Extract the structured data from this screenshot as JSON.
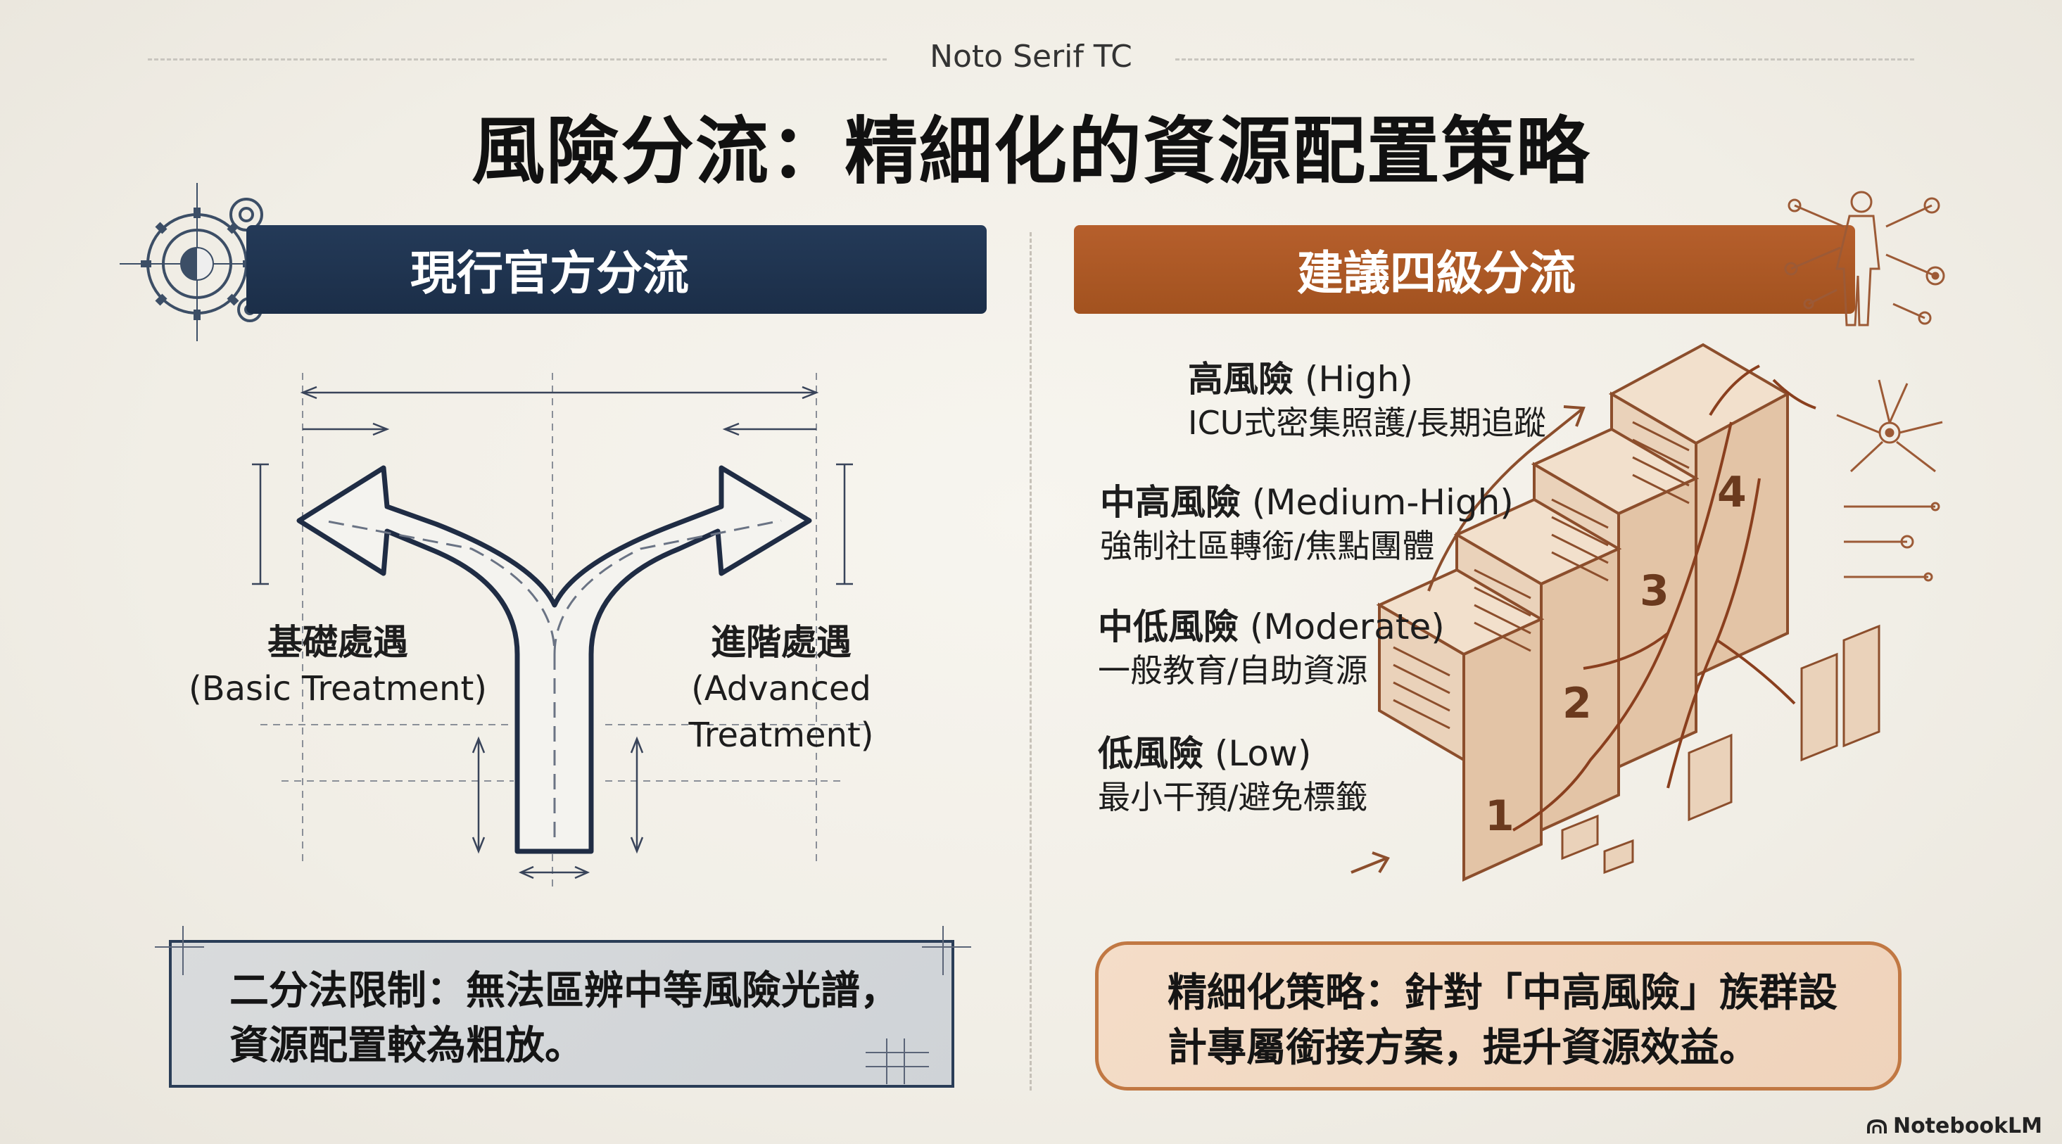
{
  "header": {
    "font_label": "Noto Serif TC",
    "title": "風險分流：精細化的資源配置策略"
  },
  "left_panel": {
    "banner": "現行官方分流",
    "branches": [
      {
        "zh": "基礎處遇",
        "en": "(Basic Treatment)"
      },
      {
        "zh": "進階處遇",
        "en": "(Advanced Treatment)"
      }
    ],
    "note": [
      "二分法限制：無法區辨中等風險光譜，",
      "資源配置較為粗放。"
    ]
  },
  "right_panel": {
    "banner": "建議四級分流",
    "tiers": [
      {
        "name": "高風險",
        "en": "(High)",
        "desc": "ICU式密集照護/長期追蹤",
        "step": "4"
      },
      {
        "name": "中高風險",
        "en": "(Medium-High)",
        "desc": "強制社區轉銜/焦點團體",
        "step": "3"
      },
      {
        "name": "中低風險",
        "en": "(Moderate)",
        "desc": "一般教育/自助資源",
        "step": "2"
      },
      {
        "name": "低風險",
        "en": "(Low)",
        "desc": "最小干預/避免標籤",
        "step": "1"
      }
    ],
    "note": [
      "精細化策略：針對「中高風險」族群設",
      "計專屬銜接方案，提升資源效益。"
    ]
  },
  "footer": {
    "brand": "NotebookLM"
  },
  "colors": {
    "navy": "#1f3350",
    "rust": "#a9572a",
    "paper": "#f3f0e9",
    "sketch_brown": "#9c5a36"
  },
  "icons": [
    "gear-icon",
    "human-network-icon",
    "neuron-icon",
    "split-arrow-icon",
    "staircase-icon"
  ]
}
